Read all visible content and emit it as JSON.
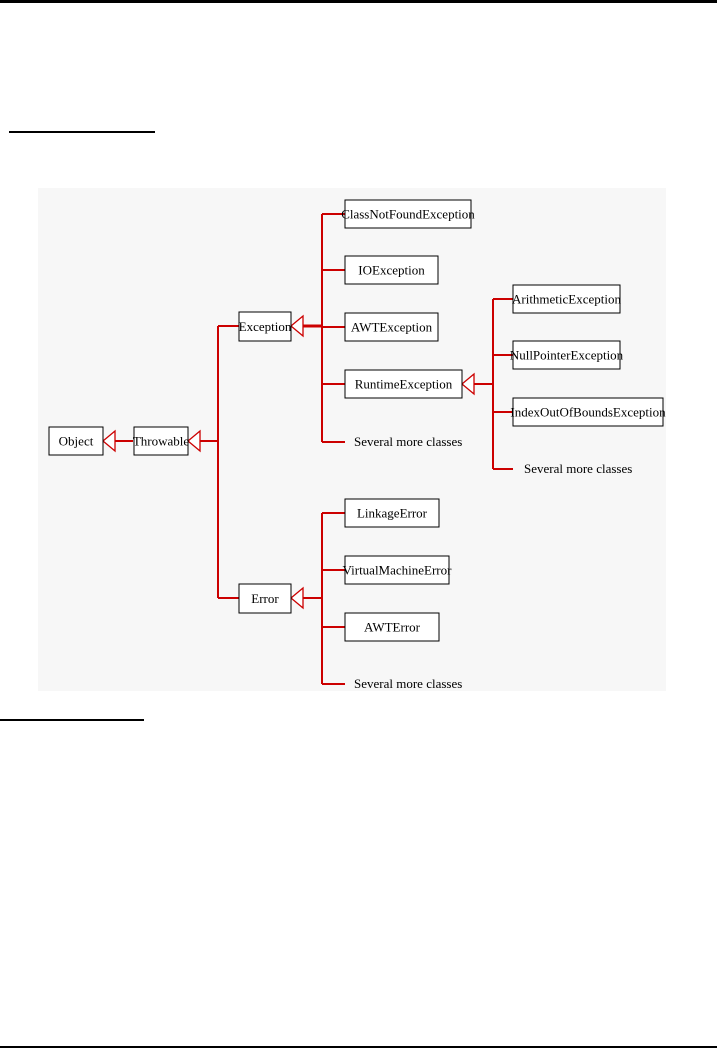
{
  "diagram": {
    "root": "Object",
    "throwable": "Throwable",
    "exception": {
      "label": "Exception",
      "children": [
        "ClassNotFoundException",
        "IOException",
        "AWTException",
        "RuntimeException"
      ],
      "more": "Several more classes"
    },
    "runtime_exception": {
      "label": "RuntimeException",
      "children": [
        "ArithmeticException",
        "NullPointerException",
        "IndexOutOfBoundsException"
      ],
      "more": "Several more classes"
    },
    "error": {
      "label": "Error",
      "children": [
        "LinkageError",
        "VirtualMachineError",
        "AWTError"
      ],
      "more": "Several more classes"
    }
  },
  "colors": {
    "connector": "#cc0000",
    "box_border": "#000000",
    "diagram_background": "#f7f7f7"
  }
}
